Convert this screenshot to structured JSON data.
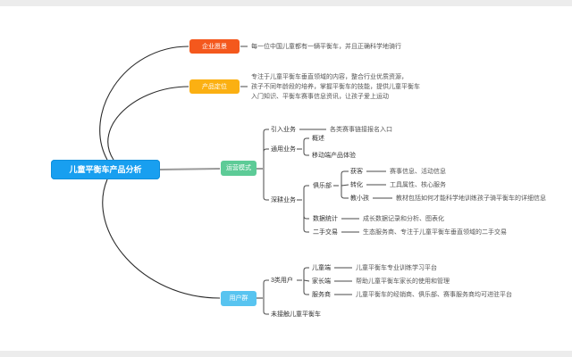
{
  "root": {
    "label": "儿童平衡车产品分析",
    "color": "#189ff0"
  },
  "vision": {
    "label": "企业愿景",
    "color": "#f4581d",
    "note": "每一位中国儿童都有一辆平衡车，并且正确科学地骑行"
  },
  "position": {
    "label": "产品定位",
    "color": "#fbb012",
    "l1": "专注于儿童平衡车垂直领域的内容，整合行业优质资源，",
    "l2": "孩子不同年龄段的培养，掌握平衡车的技能，提供儿童平衡车",
    "l3": "入门知识、平衡车赛事信息资讯，让孩子爱上运动"
  },
  "ops": {
    "label": "运营模式",
    "color": "#5dcb97",
    "intro": {
      "label": "引入业务",
      "note": "各类赛事链接报名入口"
    },
    "common": {
      "label": "通用业务",
      "overview": {
        "label": "概述"
      },
      "mobile": {
        "label": "移动端产品体验"
      }
    },
    "deep": {
      "label": "深耕业务",
      "club": {
        "label": "俱乐部",
        "acquire": {
          "label": "获客",
          "note": "赛事信息、活动信息"
        },
        "convert": {
          "label": "转化",
          "note": "工具属性、核心服务"
        },
        "teach": {
          "label": "教小孩",
          "note": "教材包括如何才能科学地训练孩子骑平衡车的详细信息"
        }
      },
      "stats": {
        "label": "数据统计",
        "note": "成长数据记录和分析、图表化"
      },
      "secondhand": {
        "label": "二手交易",
        "note": "生态服务商、专注于儿童平衡车垂直领域的二手交易"
      }
    }
  },
  "users": {
    "label": "用户群",
    "color": "#58c4f0",
    "three": {
      "label": "3类用户",
      "child": {
        "label": "儿童端",
        "note": "儿童平衡车专业训练学习平台"
      },
      "parent": {
        "label": "家长端",
        "note": "帮助儿童平衡车家长的使用和管理"
      },
      "vendor": {
        "label": "服务商",
        "note": "儿童平衡车的经销商、俱乐部、赛事服务商均可进驻平台"
      }
    },
    "untouched": {
      "label": "未接触儿童平衡车"
    }
  }
}
